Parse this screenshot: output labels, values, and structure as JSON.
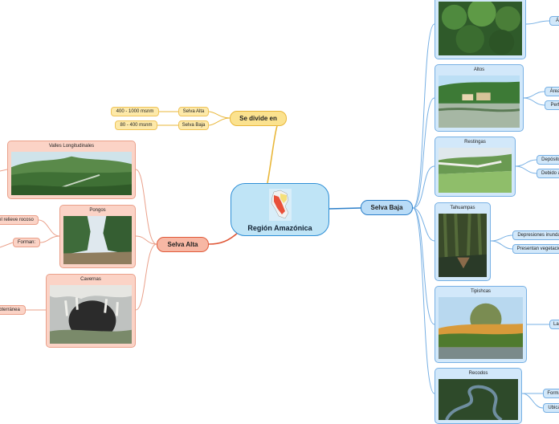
{
  "central": {
    "title": "Región Amazónica",
    "icon": "peru-map-icon"
  },
  "se_divide": {
    "label": "Se divide en",
    "items": [
      {
        "name": "Selva Alta",
        "range": "400 - 1000 msnm"
      },
      {
        "name": "Selva Baja",
        "range": "80 - 400 msnm"
      }
    ]
  },
  "selva_alta": {
    "label": "Selva Alta",
    "cards": [
      {
        "title": "Valles Longitudinales"
      },
      {
        "title": "Pongos",
        "children": [
          "el relieve rocoso",
          "Forman:"
        ]
      },
      {
        "title": "Cavernas",
        "children": [
          "bterránea"
        ]
      }
    ]
  },
  "selva_baja": {
    "label": "Selva Baja",
    "cards": [
      {
        "title": "",
        "children": [
          "Á"
        ]
      },
      {
        "title": "Altos",
        "children": [
          "Área",
          "Perf"
        ]
      },
      {
        "title": "Restingas",
        "children": [
          "Depósito",
          "Debido a"
        ]
      },
      {
        "title": "Tahuampas",
        "children": [
          "Depresiones inunda",
          "Presentan vegetació"
        ]
      },
      {
        "title": "Tipishcas",
        "children": [
          "Lag"
        ]
      },
      {
        "title": "Recodos",
        "children": [
          "Forma",
          "Ubica"
        ]
      }
    ]
  },
  "colors": {
    "yellow": "#e9b73a",
    "red": "#e05a3a",
    "blue": "#2c7fc9"
  }
}
